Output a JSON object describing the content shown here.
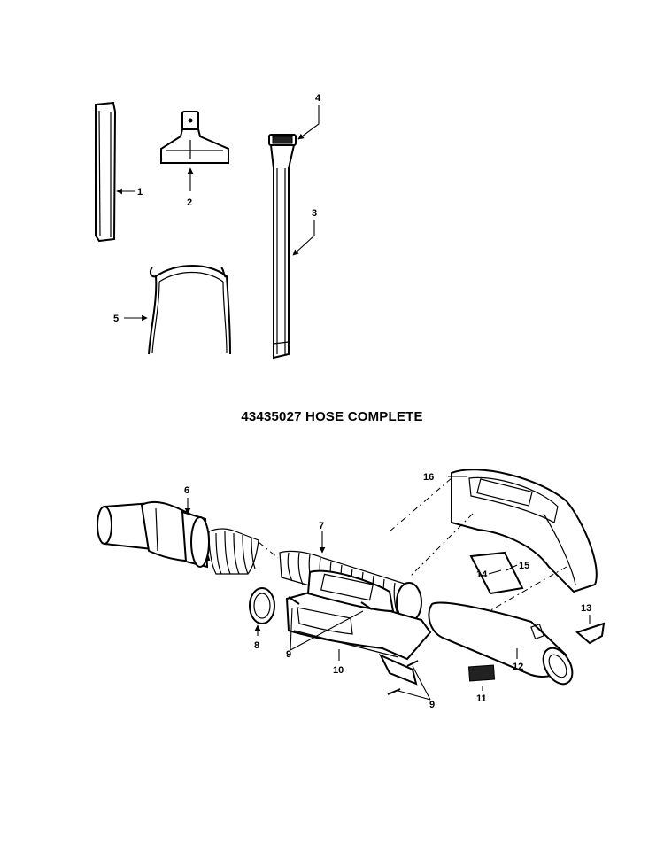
{
  "title": "43435027 HOSE COMPLETE",
  "callouts": [
    "1",
    "2",
    "3",
    "4",
    "5",
    "6",
    "7",
    "8",
    "9",
    "10",
    "9",
    "11",
    "12",
    "13",
    "14",
    "15",
    "16"
  ]
}
